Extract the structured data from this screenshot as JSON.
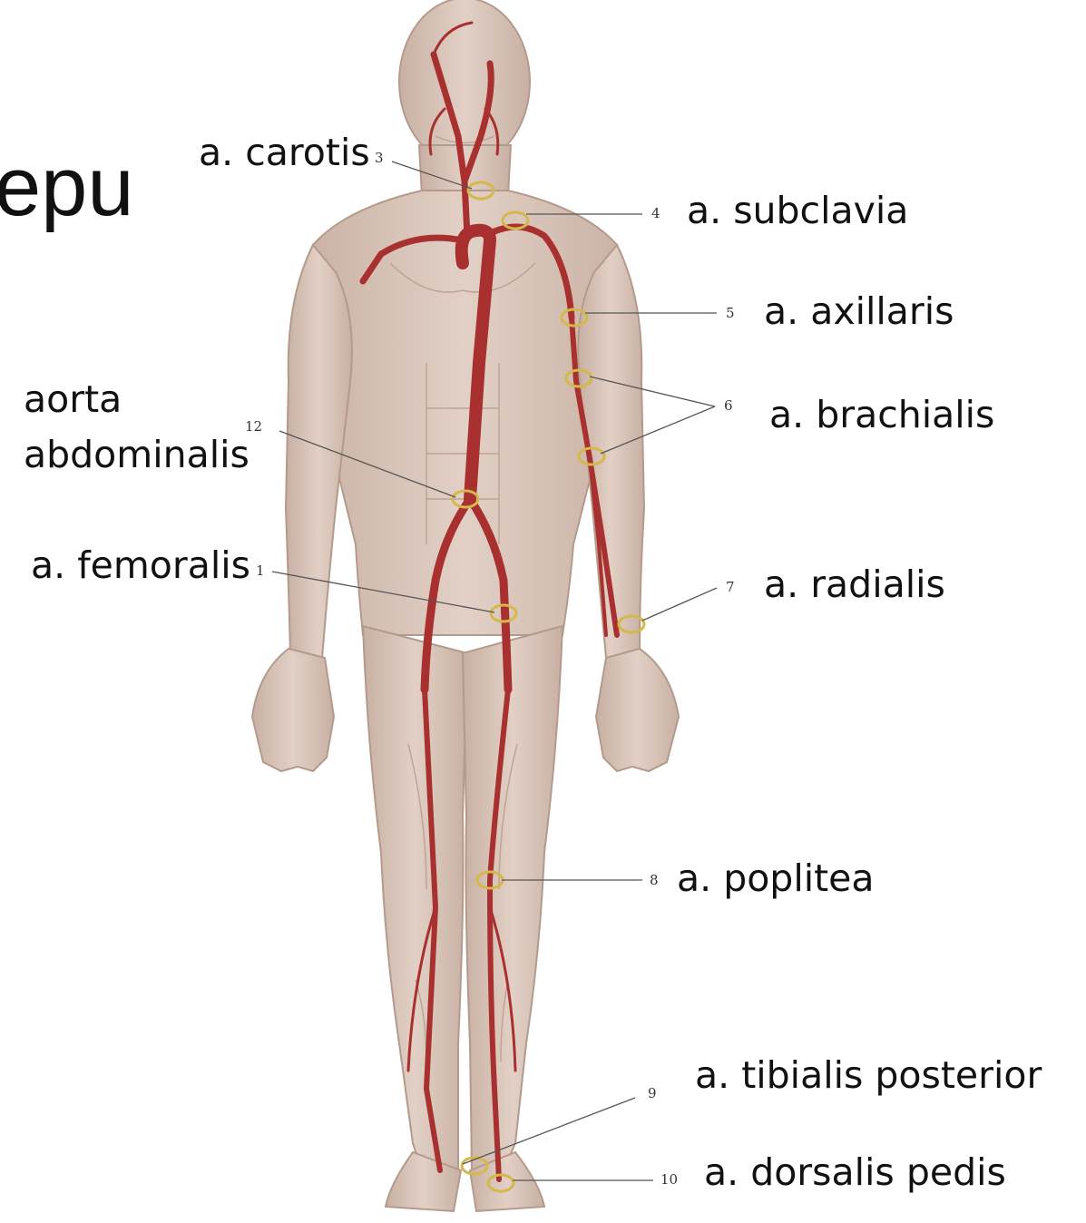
{
  "title_fragment": "epu",
  "labels": {
    "carotis": "a. carotis",
    "subclavia": "a. subclavia",
    "axillaris": "a. axillaris",
    "brachialis": "a. brachialis",
    "aorta_line1": "aorta",
    "aorta_line2": "abdominalis",
    "femoralis": "a. femoralis",
    "radialis": "a. radialis",
    "poplitea": "a. poplitea",
    "tibialis_posterior": "a. tibialis posterior",
    "dorsalis_pedis": "a. dorsalis pedis"
  },
  "numbers": {
    "n1": "1",
    "n3": "3",
    "n4": "4",
    "n5": "5",
    "n6": "6",
    "n7": "7",
    "n8": "8",
    "n9": "9",
    "n10": "10",
    "n12": "12"
  },
  "colors": {
    "skin": "#dcc8bd",
    "muscle_shade": "#c9ada0",
    "artery": "#a8302f",
    "pulse_marker": "#d4b84a",
    "leader_line": "#555555"
  }
}
